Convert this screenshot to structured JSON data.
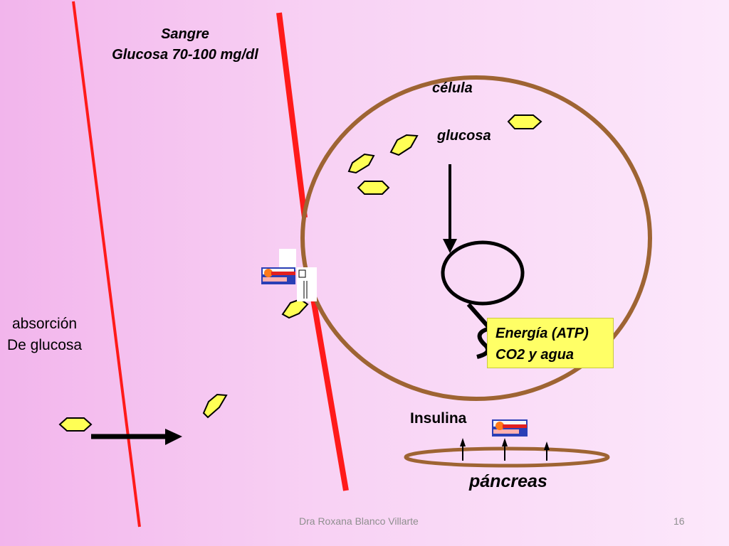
{
  "labels": {
    "blood_title": "Sangre",
    "blood_range": "Glucosa 70-100 mg/dl",
    "cell": "célula",
    "glucose": "glucosa",
    "absorption_line1": "absorción",
    "absorption_line2": "De glucosa",
    "energy_line1": "Energía (ATP)",
    "energy_line2": "CO2 y agua",
    "insulin": "Insulina",
    "pancreas": "páncreas"
  },
  "footer": {
    "author": "Dra Roxana Blanco Villarte",
    "page_number": "16"
  },
  "colors": {
    "vessel": "#ff1a1a",
    "cell_membrane": "#9e6433",
    "glucose_fill": "#ffff55",
    "energy_box": "#ffff66"
  }
}
